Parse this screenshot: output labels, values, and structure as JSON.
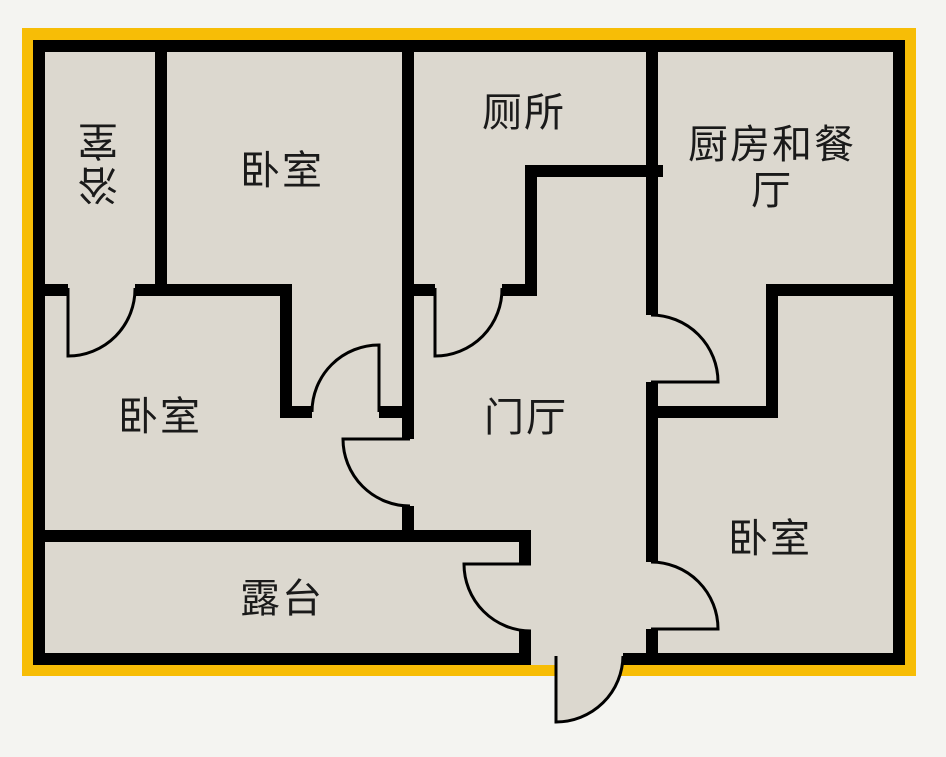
{
  "colors": {
    "outline": "#f7bd06",
    "wall": "#000000",
    "floor": "#dcd8cf",
    "background": "#f4f4f1"
  },
  "rooms": {
    "bathroom": "浴室",
    "bedroom_top": "卧室",
    "toilet": "厕所",
    "kitchen_dining": "厨房和餐厅",
    "bedroom_left": "卧室",
    "hall": "门厅",
    "bedroom_right": "卧室",
    "balcony": "露台"
  }
}
